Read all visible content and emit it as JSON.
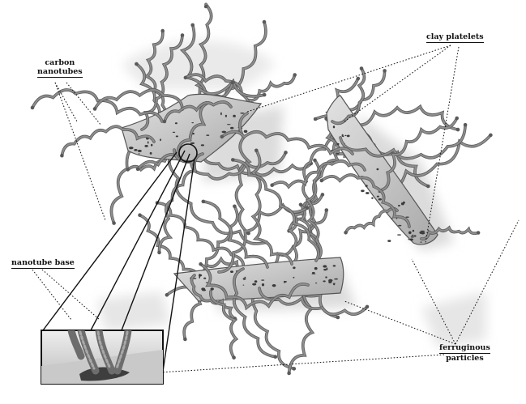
{
  "labels": {
    "carbon_nanotubes": [
      "carbon",
      "nanotubes"
    ],
    "clay_platelets": "clay platelets",
    "nanotube_base": "nanotube base",
    "ferruginous_particles": [
      "ferruginous",
      "particles"
    ]
  },
  "colors": {
    "tube": "#8e8e8e",
    "tube_dark": "#5a5a5a",
    "platelet": "#c8c8c8",
    "platelet_edge": "#555555",
    "particle": "#3a3a3a",
    "shadow": "#d9d9d9",
    "leader": "#111111"
  }
}
